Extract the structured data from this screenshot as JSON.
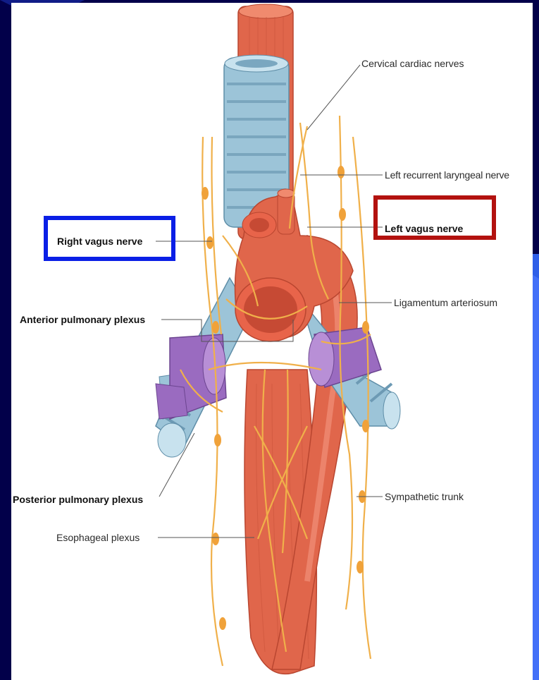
{
  "labels": {
    "cervical_cardiac": "Cervical cardiac nerves",
    "left_recurrent": "Left recurrent laryngeal nerve",
    "right_vagus": "Right vagus nerve",
    "left_vagus": "Left vagus nerve",
    "ligamentum": "Ligamentum arteriosum",
    "anterior_pulmonary": "Anterior pulmonary plexus",
    "posterior_pulmonary": "Posterior pulmonary plexus",
    "sympathetic_trunk": "Sympathetic trunk",
    "esophageal_plexus": "Esophageal plexus"
  },
  "colors": {
    "background": "#02004a",
    "accent_blue": "#2f5fe8",
    "highlight_right": "#0a1fe6",
    "highlight_left": "#b3120f",
    "nerve": "#f0b04a",
    "artery": "#e8644a",
    "trachea": "#9cc4d8",
    "vein": "#9a6bc0"
  }
}
